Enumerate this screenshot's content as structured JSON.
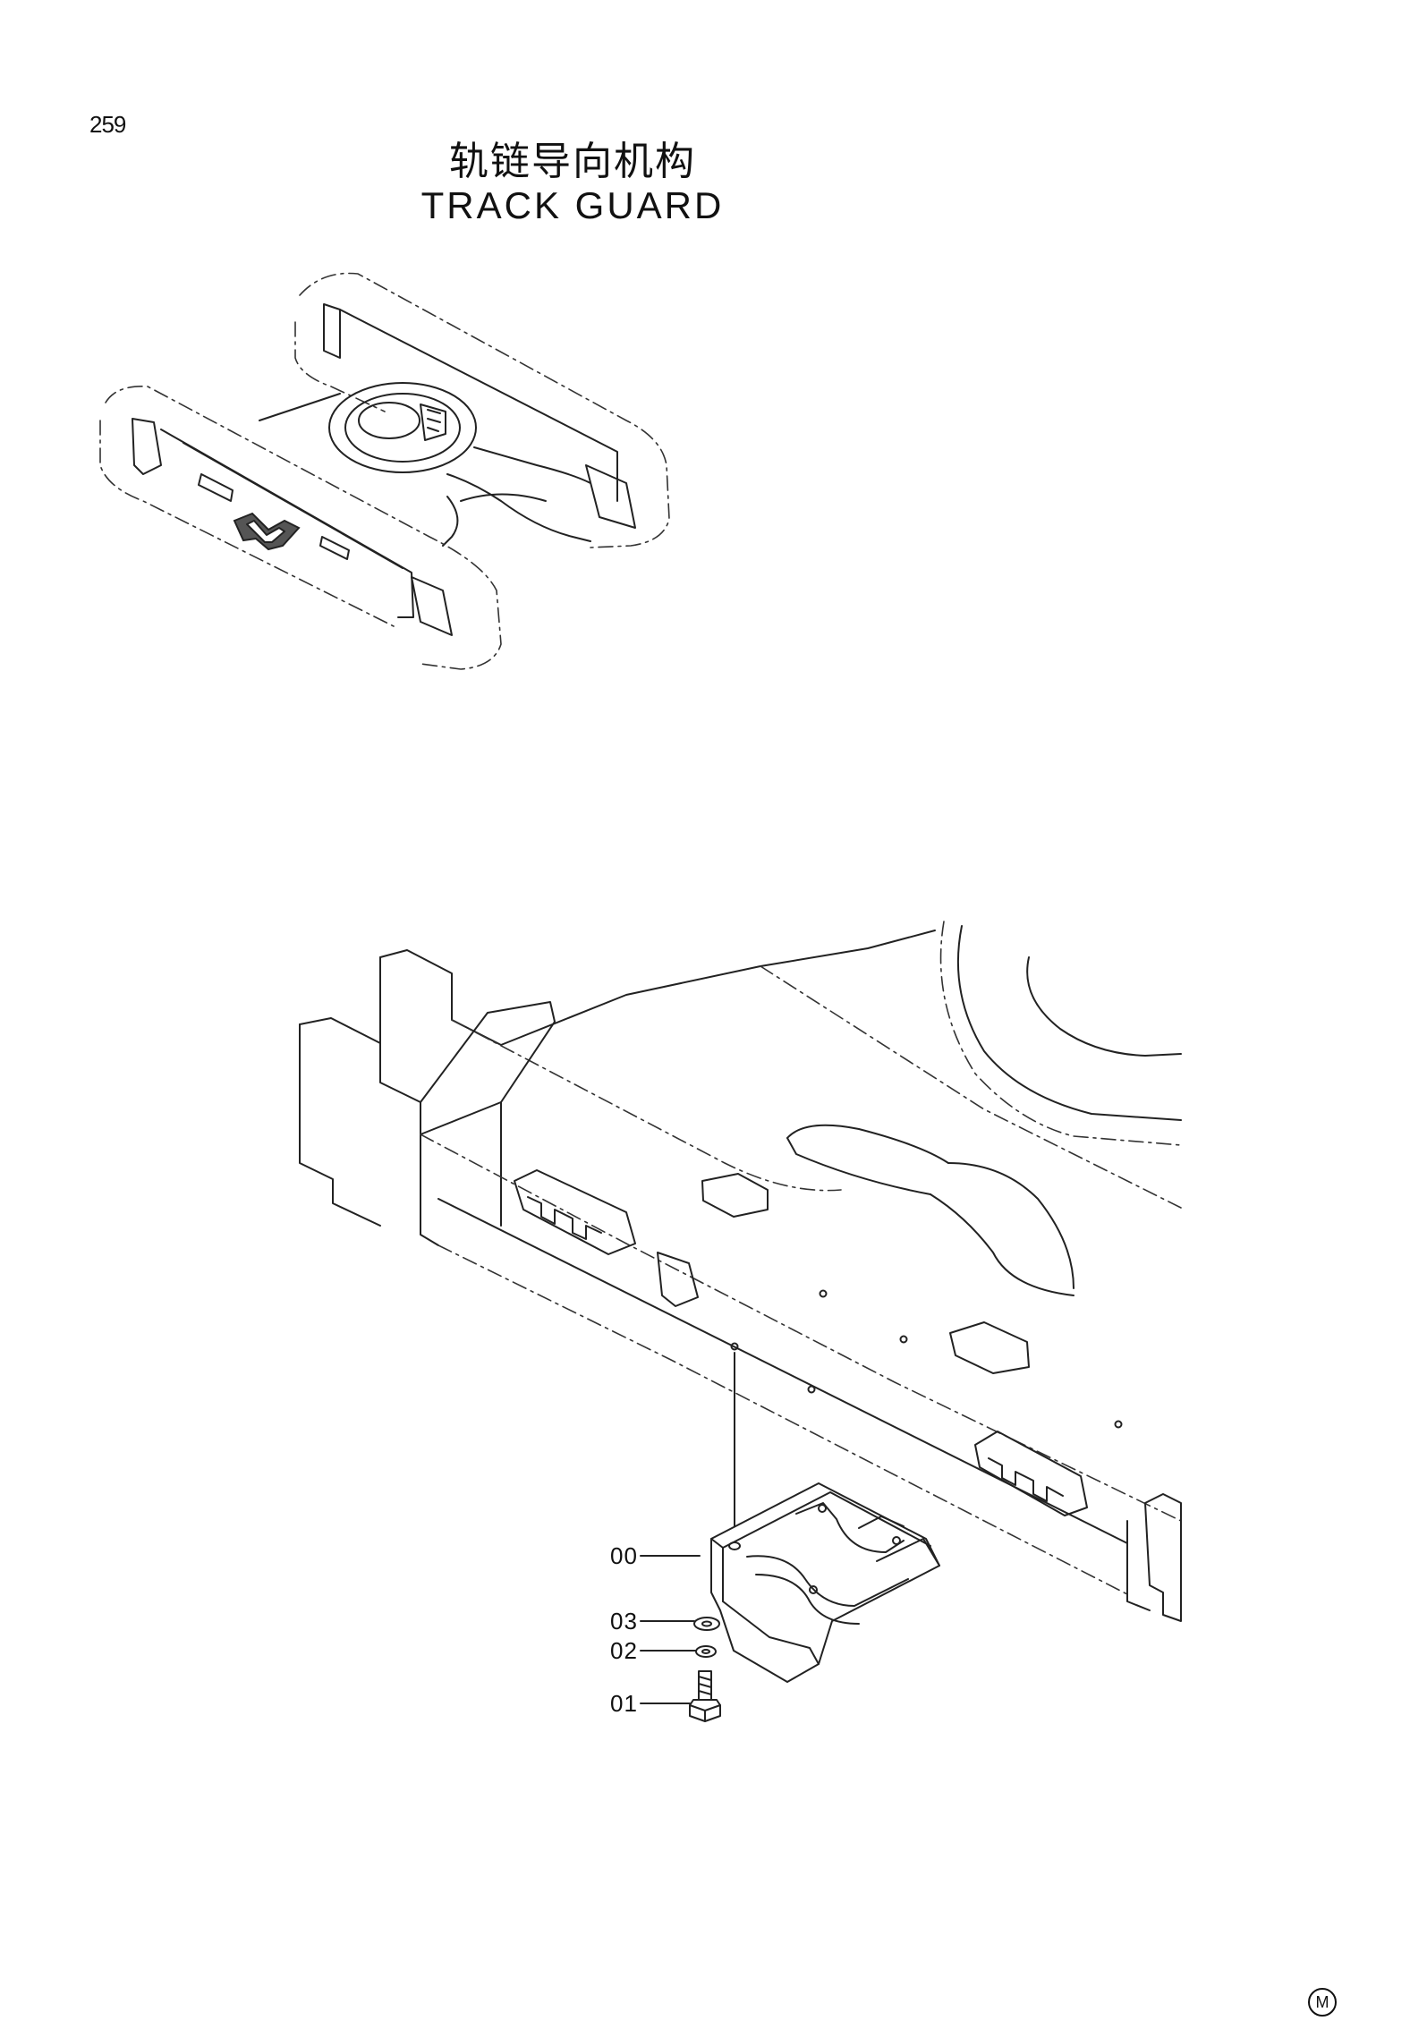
{
  "page": {
    "number": "259"
  },
  "title": {
    "cn": "轨链导向机构",
    "en": "TRACK  GUARD"
  },
  "callouts": [
    {
      "id": "00",
      "label": "00"
    },
    {
      "id": "03",
      "label": "03"
    },
    {
      "id": "02",
      "label": "02"
    },
    {
      "id": "01",
      "label": "01"
    }
  ],
  "corner_mark": "M",
  "colors": {
    "ink": "#222222",
    "paper": "#ffffff"
  }
}
